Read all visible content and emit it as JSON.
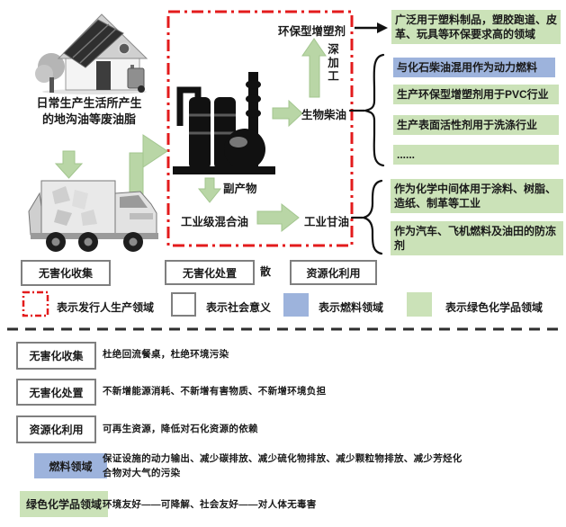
{
  "colors": {
    "green_fill": "#cbe2b8",
    "blue_fill": "#9db3dc",
    "arrow_green": "#b9d6a6",
    "red_dashed": "#e31b1c",
    "border_gray": "#7f7f7f",
    "text": "#1a1a1a"
  },
  "source_section": {
    "house_caption_line1": "日常生产生活所产生",
    "house_caption_line2": "的地沟油等废油脂",
    "illustrations": [
      "house-with-solar-panel",
      "garbage-truck",
      "refinery-plant"
    ]
  },
  "process_box": {
    "plasticizer": "环保型增塑剂",
    "deep_processing": "深加工",
    "biodiesel": "生物柴油",
    "byproduct": "副产物",
    "industrial_mixed_oil": "工业级混合油",
    "industrial_glycerin": "工业甘油"
  },
  "application_boxes": [
    {
      "type": "green",
      "text": "广泛用于塑料制品，塑胶跑道、皮革、玩具等环保要求高的领域"
    },
    {
      "type": "blue",
      "text": "与化石柴油混用作为动力燃料"
    },
    {
      "type": "green",
      "text": "生产环保型增塑剂用于PVC行业"
    },
    {
      "type": "green",
      "text": "生产表面活性剂用于洗涤行业"
    },
    {
      "type": "green",
      "text": "......"
    },
    {
      "type": "green",
      "text": "作为化学中间体用于涂料、树脂、造纸、制革等工业"
    },
    {
      "type": "green",
      "text": "作为汽车、飞机燃料及油田的防冻剂"
    }
  ],
  "stage_boxes": {
    "collect": "无害化收集",
    "dispose": "无害化处置",
    "utilize": "资源化利用",
    "stray_char": "散"
  },
  "legend": {
    "producer_area": "表示发行人生产领域",
    "social_meaning": "表示社会意义",
    "fuel_area": "表示燃料领域",
    "green_chemical_area": "表示绿色化学品领域"
  },
  "benefit_rows": [
    {
      "label": "无害化收集",
      "style": "white",
      "desc": "杜绝回流餐桌，杜绝环境污染"
    },
    {
      "label": "无害化处置",
      "style": "white",
      "desc": "不新增能源消耗、不新增有害物质、不新增环境负担"
    },
    {
      "label": "资源化利用",
      "style": "white",
      "desc": "可再生资源，降低对石化资源的依赖"
    },
    {
      "label": "燃料领域",
      "style": "blue",
      "desc": "保证设施的动力输出、减少碳排放、减少硫化物排放、减少颗粒物排放、减少芳烃化合物对大气的污染"
    },
    {
      "label": "绿色化学品领域",
      "style": "green",
      "desc": "环境友好——可降解、社会友好——对人体无毒害"
    }
  ]
}
